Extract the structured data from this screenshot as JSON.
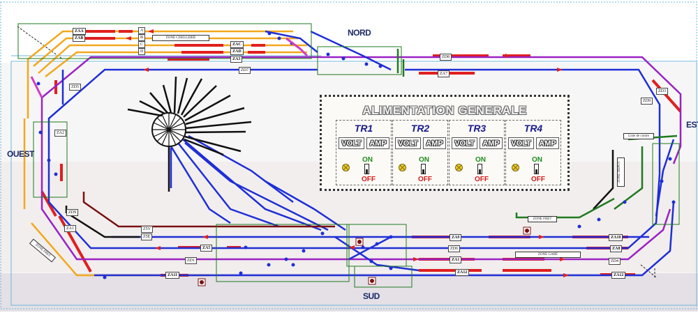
{
  "regions": {
    "nord": "NORD",
    "sud": "SUD",
    "ouest": "OUEST",
    "est": "EST"
  },
  "panel": {
    "title": "ALIMENTATION GENERALE",
    "units": [
      {
        "name": "TR1",
        "volt": "VOLT",
        "amp": "AMP",
        "on": "ON",
        "off": "OFF"
      },
      {
        "name": "TR2",
        "volt": "VOLT",
        "amp": "AMP",
        "on": "ON",
        "off": "OFF"
      },
      {
        "name": "TR3",
        "volt": "VOLT",
        "amp": "AMP",
        "on": "ON",
        "off": "OFF"
      },
      {
        "name": "TR4",
        "volt": "VOLT",
        "amp": "AMP",
        "on": "ON",
        "off": "OFF"
      }
    ]
  },
  "labels": {
    "zaa": "ZAA",
    "zab": "ZAB",
    "zac": "ZAC",
    "zad": "ZAD",
    "za3": "ZA3",
    "a": "A",
    "b": "B",
    "c": "C",
    "d": "D",
    "zone_cisellerie": "ZONE CISELLERIE",
    "zd8": "ZD8",
    "zd7": "ZD7",
    "za7": "ZA7",
    "zd5": "ZD5",
    "zd4": "ZD4",
    "za2": "ZA2",
    "za9": "ZA9",
    "za10": "ZA10",
    "za8": "ZA8",
    "za5": "ZA5",
    "za1": "ZA1",
    "za11": "ZA11",
    "za12": "ZA12",
    "zd6": "ZD6",
    "zd1": "ZD1",
    "zd3": "ZD3",
    "zd9": "ZD9",
    "zds": "ZDS",
    "z5v": "Z5V",
    "z5e": "Z5E",
    "zone_gare": "ZONE GARE",
    "zone_fret": "ZONE FRET",
    "liste": "Liste de contre",
    "zone_depot": "ZONE DEPOT",
    "zone_pres": "ZONE PRES"
  },
  "colors": {
    "blue": "#1e2fd6",
    "purple": "#9a22c4",
    "orange": "#f2a81d",
    "red": "#e01f1f",
    "green": "#1f7a1f",
    "black": "#111111",
    "darkred": "#7a1010",
    "frame": "#6fb4d9"
  }
}
